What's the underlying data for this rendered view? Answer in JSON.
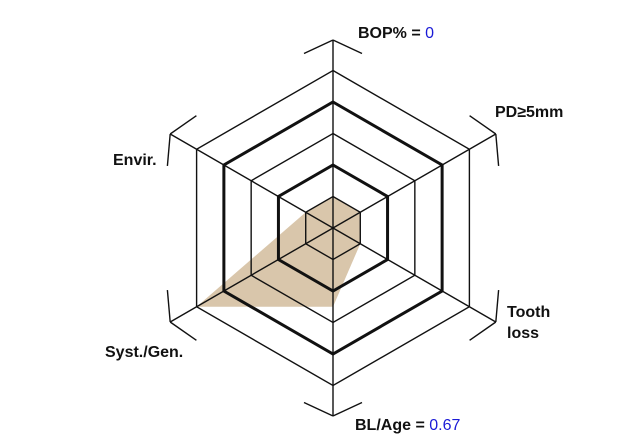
{
  "chart_data": {
    "type": "radar",
    "axes": [
      {
        "name": "BOP%",
        "label": "BOP% = ",
        "value_text": "0",
        "value": 1
      },
      {
        "name": "PD≥5mm",
        "label": "PD≥5mm",
        "value": 1
      },
      {
        "name": "Tooth loss",
        "label_line1": "Tooth",
        "label_line2": "loss",
        "value": 1
      },
      {
        "name": "BL/Age",
        "label": "BL/Age = ",
        "value_text": "0.67",
        "value": 2.5
      },
      {
        "name": "Syst./Gen.",
        "label": "Syst./Gen.",
        "value": 5
      },
      {
        "name": "Envir.",
        "label": "Envir.",
        "value": 1
      }
    ],
    "rings": 5,
    "bold_rings": [
      2,
      4
    ],
    "range": [
      0,
      5
    ]
  },
  "colors": {
    "fill": "#d9c6ab",
    "value_text": "#1a1ad6",
    "lines": "#111111"
  }
}
